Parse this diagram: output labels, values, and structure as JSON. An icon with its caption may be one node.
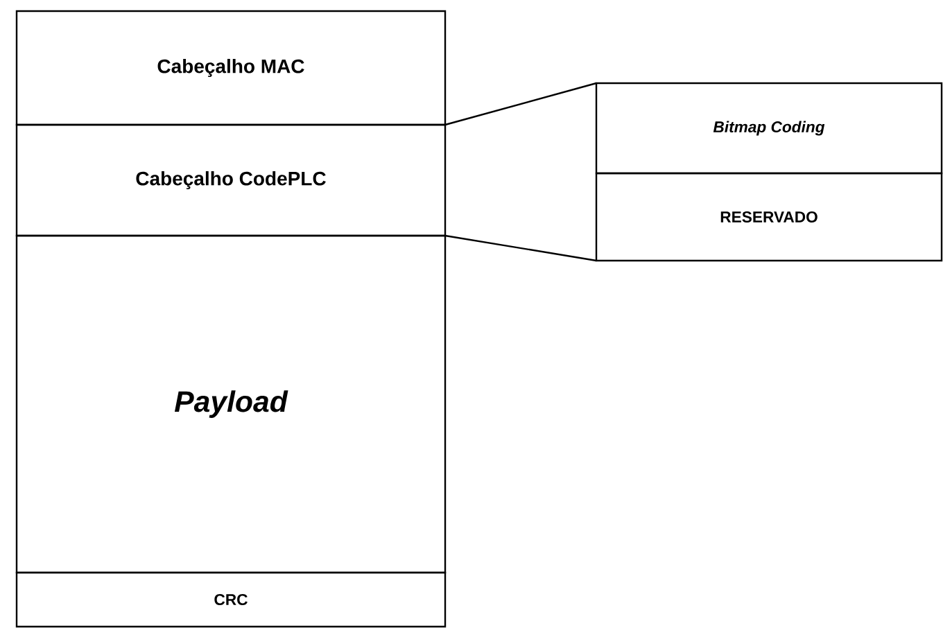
{
  "diagram": {
    "nodes": [
      {
        "text": [
          "Cabeçalho MAC"
        ]
      },
      {
        "text": [
          "Cabeçalho CodePLC"
        ]
      },
      {
        "text": [
          "Payload"
        ]
      },
      {
        "text": [
          "CRC"
        ]
      },
      {
        "text": [
          "Bitmap Coding"
        ]
      },
      {
        "text": [
          "RESERVADO"
        ]
      }
    ],
    "edges": [
      {
        "from": 1,
        "to": 4,
        "arrow": "none"
      },
      {
        "from": 1,
        "to": 5,
        "arrow": "none"
      }
    ]
  }
}
